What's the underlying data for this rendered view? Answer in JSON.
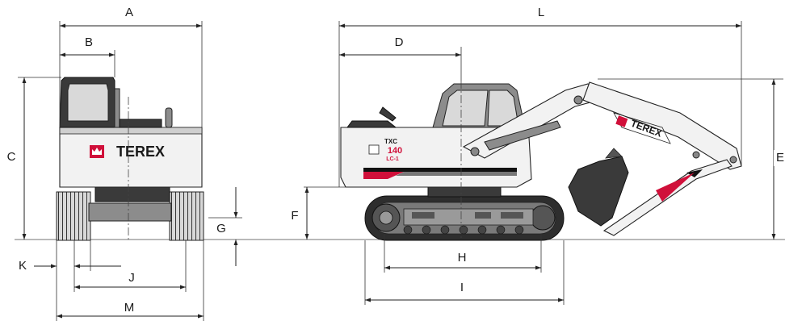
{
  "brand": {
    "name": "TEREX",
    "model_line1": "TXC",
    "model_line2": "140",
    "model_line3": "LC-1",
    "accent_color": "#d0103a"
  },
  "dimension_labels": {
    "A": "A",
    "B": "B",
    "C": "C",
    "D": "D",
    "E": "E",
    "F": "F",
    "G": "G",
    "H": "H",
    "I": "I",
    "J": "J",
    "K": "K",
    "L": "L",
    "M": "M"
  }
}
